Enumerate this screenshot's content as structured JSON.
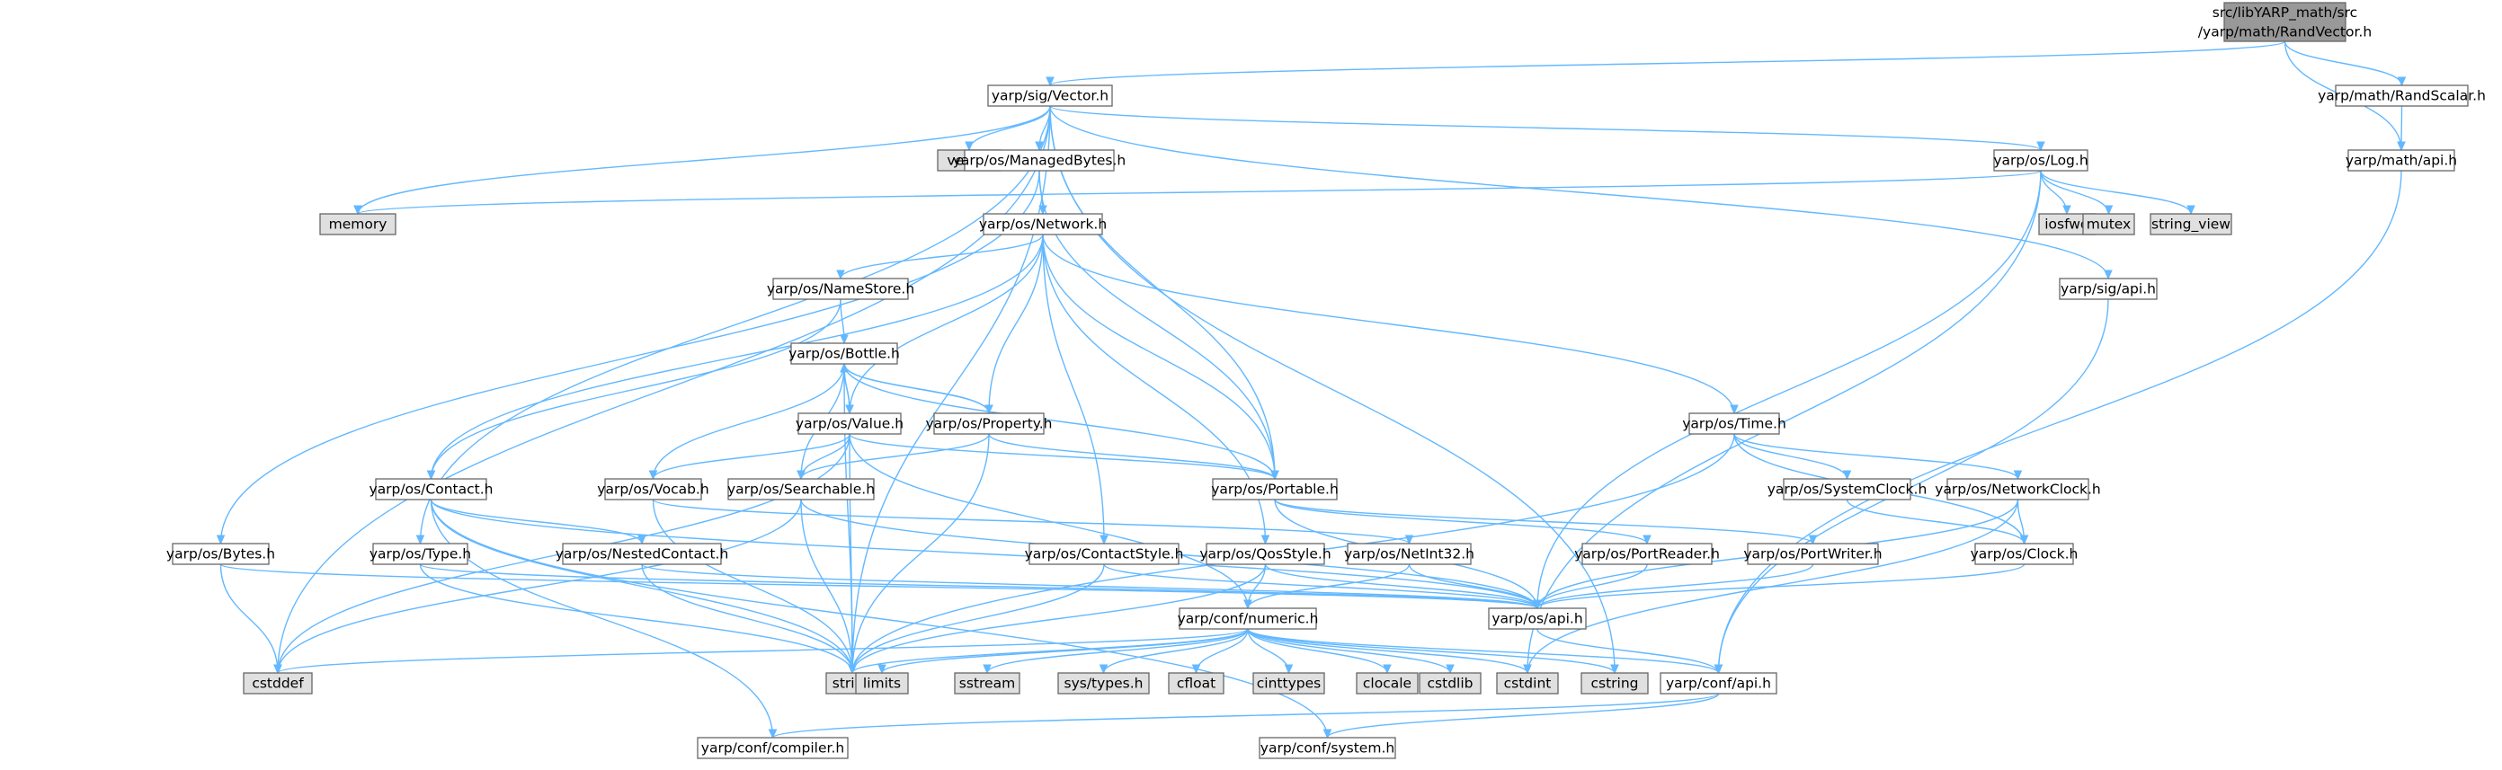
{
  "colors": {
    "node_fill": "#ffffff",
    "root_fill": "#999999",
    "external_fill": "#e0e0e0",
    "border": "#666666",
    "edge": "#63b8ff"
  },
  "nodes": [
    {
      "id": "root",
      "label": [
        "src/libYARP_math/src",
        "/yarp/math/RandVector.h"
      ],
      "kind": "root"
    },
    {
      "id": "vector_h",
      "label": [
        "yarp/sig/Vector.h"
      ],
      "kind": "file"
    },
    {
      "id": "randscalar",
      "label": [
        "yarp/math/RandScalar.h"
      ],
      "kind": "file"
    },
    {
      "id": "math_api",
      "label": [
        "yarp/math/api.h"
      ],
      "kind": "file"
    },
    {
      "id": "vector",
      "label": [
        "vector"
      ],
      "kind": "external"
    },
    {
      "id": "managedbytes",
      "label": [
        "yarp/os/ManagedBytes.h"
      ],
      "kind": "file"
    },
    {
      "id": "log",
      "label": [
        "yarp/os/Log.h"
      ],
      "kind": "file"
    },
    {
      "id": "memory",
      "label": [
        "memory"
      ],
      "kind": "external"
    },
    {
      "id": "iosfwd",
      "label": [
        "iosfwd"
      ],
      "kind": "external"
    },
    {
      "id": "mutex",
      "label": [
        "mutex"
      ],
      "kind": "external"
    },
    {
      "id": "string_view",
      "label": [
        "string_view"
      ],
      "kind": "external"
    },
    {
      "id": "network",
      "label": [
        "yarp/os/Network.h"
      ],
      "kind": "file"
    },
    {
      "id": "namestore",
      "label": [
        "yarp/os/NameStore.h"
      ],
      "kind": "file"
    },
    {
      "id": "sig_api",
      "label": [
        "yarp/sig/api.h"
      ],
      "kind": "file"
    },
    {
      "id": "bottle",
      "label": [
        "yarp/os/Bottle.h"
      ],
      "kind": "file"
    },
    {
      "id": "value",
      "label": [
        "yarp/os/Value.h"
      ],
      "kind": "file"
    },
    {
      "id": "property",
      "label": [
        "yarp/os/Property.h"
      ],
      "kind": "file"
    },
    {
      "id": "time",
      "label": [
        "yarp/os/Time.h"
      ],
      "kind": "file"
    },
    {
      "id": "contact",
      "label": [
        "yarp/os/Contact.h"
      ],
      "kind": "file"
    },
    {
      "id": "vocab",
      "label": [
        "yarp/os/Vocab.h"
      ],
      "kind": "file"
    },
    {
      "id": "searchable",
      "label": [
        "yarp/os/Searchable.h"
      ],
      "kind": "file"
    },
    {
      "id": "portable",
      "label": [
        "yarp/os/Portable.h"
      ],
      "kind": "file"
    },
    {
      "id": "systemclock",
      "label": [
        "yarp/os/SystemClock.h"
      ],
      "kind": "file"
    },
    {
      "id": "networkclock",
      "label": [
        "yarp/os/NetworkClock.h"
      ],
      "kind": "file"
    },
    {
      "id": "bytes",
      "label": [
        "yarp/os/Bytes.h"
      ],
      "kind": "file"
    },
    {
      "id": "type",
      "label": [
        "yarp/os/Type.h"
      ],
      "kind": "file"
    },
    {
      "id": "nestedcontact",
      "label": [
        "yarp/os/NestedContact.h"
      ],
      "kind": "file"
    },
    {
      "id": "contactstyle",
      "label": [
        "yarp/os/ContactStyle.h"
      ],
      "kind": "file"
    },
    {
      "id": "qosstyle",
      "label": [
        "yarp/os/QosStyle.h"
      ],
      "kind": "file"
    },
    {
      "id": "netint32",
      "label": [
        "yarp/os/NetInt32.h"
      ],
      "kind": "file"
    },
    {
      "id": "portreader",
      "label": [
        "yarp/os/PortReader.h"
      ],
      "kind": "file"
    },
    {
      "id": "portwriter",
      "label": [
        "yarp/os/PortWriter.h"
      ],
      "kind": "file"
    },
    {
      "id": "clock",
      "label": [
        "yarp/os/Clock.h"
      ],
      "kind": "file"
    },
    {
      "id": "numeric",
      "label": [
        "yarp/conf/numeric.h"
      ],
      "kind": "file"
    },
    {
      "id": "os_api",
      "label": [
        "yarp/os/api.h"
      ],
      "kind": "file"
    },
    {
      "id": "cstddef",
      "label": [
        "cstddef"
      ],
      "kind": "external"
    },
    {
      "id": "string",
      "label": [
        "string"
      ],
      "kind": "external"
    },
    {
      "id": "limits",
      "label": [
        "limits"
      ],
      "kind": "external"
    },
    {
      "id": "sstream",
      "label": [
        "sstream"
      ],
      "kind": "external"
    },
    {
      "id": "systypes",
      "label": [
        "sys/types.h"
      ],
      "kind": "external"
    },
    {
      "id": "cfloat",
      "label": [
        "cfloat"
      ],
      "kind": "external"
    },
    {
      "id": "cinttypes",
      "label": [
        "cinttypes"
      ],
      "kind": "external"
    },
    {
      "id": "clocale",
      "label": [
        "clocale"
      ],
      "kind": "external"
    },
    {
      "id": "cstdlib",
      "label": [
        "cstdlib"
      ],
      "kind": "external"
    },
    {
      "id": "cstdint",
      "label": [
        "cstdint"
      ],
      "kind": "external"
    },
    {
      "id": "cstring",
      "label": [
        "cstring"
      ],
      "kind": "external"
    },
    {
      "id": "conf_api",
      "label": [
        "yarp/conf/api.h"
      ],
      "kind": "file"
    },
    {
      "id": "compiler",
      "label": [
        "yarp/conf/compiler.h"
      ],
      "kind": "file"
    },
    {
      "id": "system",
      "label": [
        "yarp/conf/system.h"
      ],
      "kind": "file"
    }
  ],
  "edges": [
    [
      "root",
      "vector_h"
    ],
    [
      "root",
      "randscalar"
    ],
    [
      "root",
      "math_api"
    ],
    [
      "randscalar",
      "math_api"
    ],
    [
      "math_api",
      "conf_api"
    ],
    [
      "vector_h",
      "vector"
    ],
    [
      "vector_h",
      "memory"
    ],
    [
      "vector_h",
      "managedbytes"
    ],
    [
      "vector_h",
      "log"
    ],
    [
      "vector_h",
      "sig_api"
    ],
    [
      "vector_h",
      "portable"
    ],
    [
      "vector_h",
      "type"
    ],
    [
      "vector_h",
      "string"
    ],
    [
      "vector_h",
      "cstddef"
    ],
    [
      "vector_h",
      "cstring"
    ],
    [
      "managedbytes",
      "network"
    ],
    [
      "managedbytes",
      "bytes"
    ],
    [
      "managedbytes",
      "portable"
    ],
    [
      "log",
      "memory"
    ],
    [
      "log",
      "iosfwd"
    ],
    [
      "log",
      "mutex"
    ],
    [
      "log",
      "string_view"
    ],
    [
      "log",
      "os_api"
    ],
    [
      "log",
      "cstdint"
    ],
    [
      "sig_api",
      "conf_api"
    ],
    [
      "network",
      "namestore"
    ],
    [
      "network",
      "contact"
    ],
    [
      "network",
      "value"
    ],
    [
      "network",
      "property"
    ],
    [
      "network",
      "portable"
    ],
    [
      "network",
      "time"
    ],
    [
      "network",
      "contactstyle"
    ],
    [
      "network",
      "qosstyle"
    ],
    [
      "namestore",
      "bottle"
    ],
    [
      "namestore",
      "contact"
    ],
    [
      "bottle",
      "value"
    ],
    [
      "bottle",
      "property"
    ],
    [
      "bottle",
      "vocab"
    ],
    [
      "bottle",
      "searchable"
    ],
    [
      "bottle",
      "portable"
    ],
    [
      "bottle",
      "string"
    ],
    [
      "value",
      "bottle"
    ],
    [
      "value",
      "vocab"
    ],
    [
      "value",
      "searchable"
    ],
    [
      "value",
      "portable"
    ],
    [
      "value",
      "string"
    ],
    [
      "value",
      "cstddef"
    ],
    [
      "value",
      "numeric"
    ],
    [
      "property",
      "bottle"
    ],
    [
      "property",
      "searchable"
    ],
    [
      "property",
      "portable"
    ],
    [
      "property",
      "string"
    ],
    [
      "time",
      "systemclock"
    ],
    [
      "time",
      "networkclock"
    ],
    [
      "time",
      "clock"
    ],
    [
      "time",
      "string"
    ],
    [
      "contact",
      "nestedcontact"
    ],
    [
      "contact",
      "string"
    ],
    [
      "contact",
      "compiler"
    ],
    [
      "contact",
      "system"
    ],
    [
      "contact",
      "os_api"
    ],
    [
      "vocab",
      "string"
    ],
    [
      "vocab",
      "netint32"
    ],
    [
      "searchable",
      "string"
    ],
    [
      "searchable",
      "os_api"
    ],
    [
      "searchable",
      "cstddef"
    ],
    [
      "portable",
      "portreader"
    ],
    [
      "portable",
      "portwriter"
    ],
    [
      "portable",
      "os_api"
    ],
    [
      "systemclock",
      "clock"
    ],
    [
      "networkclock",
      "clock"
    ],
    [
      "networkclock",
      "os_api"
    ],
    [
      "networkclock",
      "cstdint"
    ],
    [
      "bytes",
      "os_api"
    ],
    [
      "bytes",
      "cstddef"
    ],
    [
      "type",
      "string"
    ],
    [
      "type",
      "os_api"
    ],
    [
      "nestedcontact",
      "string"
    ],
    [
      "nestedcontact",
      "os_api"
    ],
    [
      "contactstyle",
      "os_api"
    ],
    [
      "contactstyle",
      "string"
    ],
    [
      "qosstyle",
      "os_api"
    ],
    [
      "qosstyle",
      "string"
    ],
    [
      "qosstyle",
      "numeric"
    ],
    [
      "netint32",
      "numeric"
    ],
    [
      "netint32",
      "os_api"
    ],
    [
      "portreader",
      "os_api"
    ],
    [
      "portwriter",
      "os_api"
    ],
    [
      "clock",
      "os_api"
    ],
    [
      "numeric",
      "cstddef"
    ],
    [
      "numeric",
      "string"
    ],
    [
      "numeric",
      "limits"
    ],
    [
      "numeric",
      "sstream"
    ],
    [
      "numeric",
      "systypes"
    ],
    [
      "numeric",
      "cfloat"
    ],
    [
      "numeric",
      "cinttypes"
    ],
    [
      "numeric",
      "clocale"
    ],
    [
      "numeric",
      "cstdlib"
    ],
    [
      "numeric",
      "cstdint"
    ],
    [
      "numeric",
      "cstring"
    ],
    [
      "numeric",
      "conf_api"
    ],
    [
      "os_api",
      "conf_api"
    ],
    [
      "conf_api",
      "compiler"
    ],
    [
      "conf_api",
      "system"
    ]
  ]
}
